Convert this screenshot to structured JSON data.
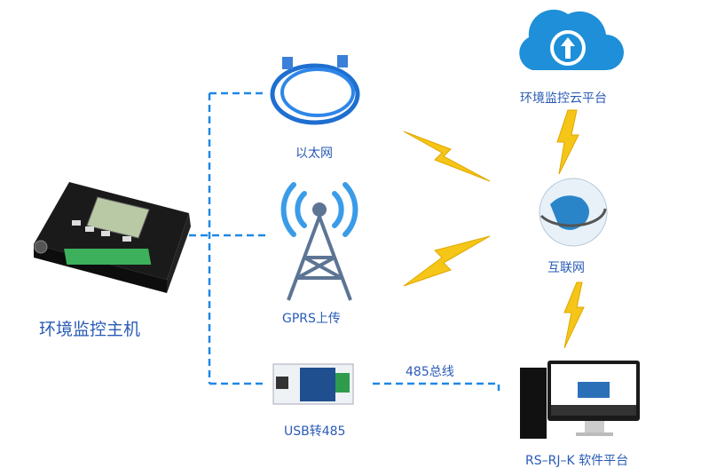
{
  "labels": {
    "host": "环境监控主机",
    "ethernet": "以太网",
    "gprs": "GPRS上传",
    "usb485": "USB转485",
    "bus485": "485总线",
    "cloud": "环境监控云平台",
    "internet": "互联网",
    "software": "RS–RJ–K 软件平台"
  },
  "colors": {
    "label": "#2a5bb5",
    "dashed_line": "#1e88e5",
    "lightning": "#f5c518",
    "cloud": "#1e8fd8"
  }
}
